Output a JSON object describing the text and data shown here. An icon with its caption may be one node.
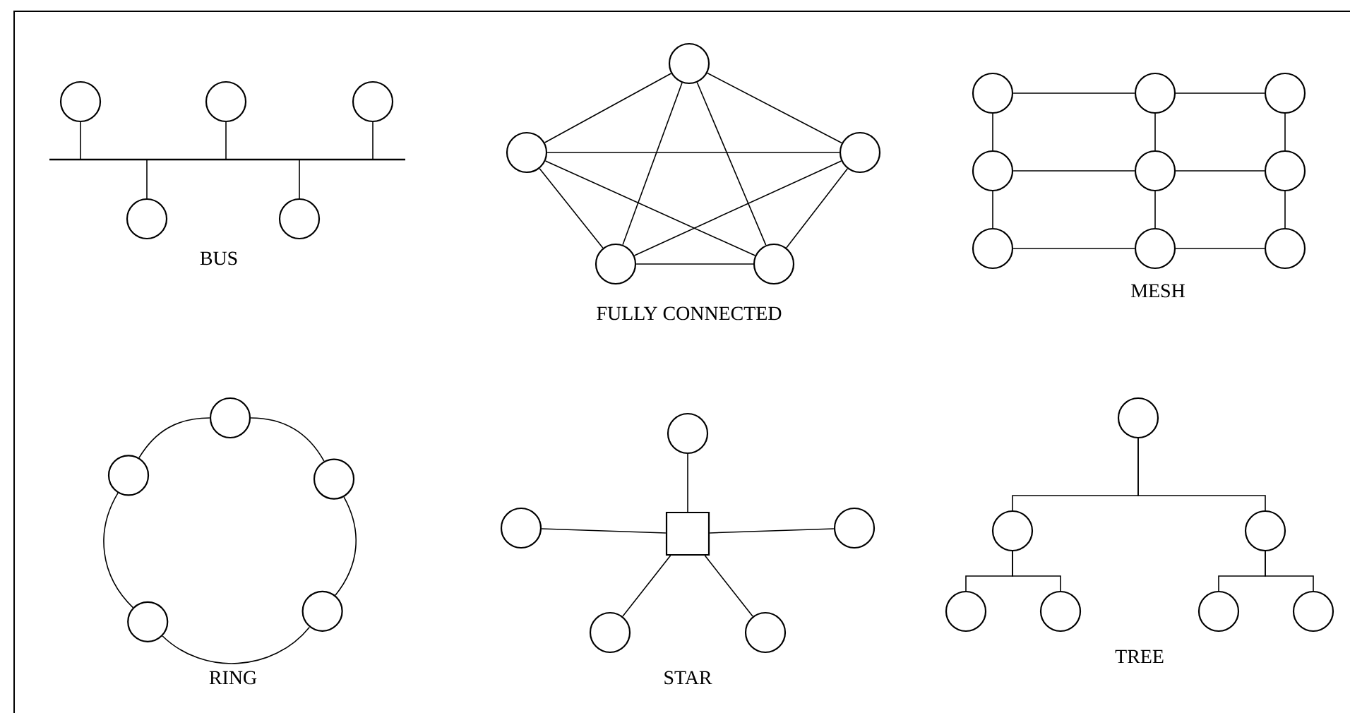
{
  "diagram": {
    "nodes": [
      {
        "text": [],
        "shape": "bar"
      },
      {
        "text": [],
        "shape": "circle"
      },
      {
        "text": [],
        "shape": "circle"
      },
      {
        "text": [],
        "shape": "circle"
      },
      {
        "text": [],
        "shape": "circle"
      },
      {
        "text": [],
        "shape": "circle"
      },
      {
        "text": [],
        "shape": "circle"
      },
      {
        "text": [],
        "shape": "circle"
      },
      {
        "text": [],
        "shape": "circle"
      },
      {
        "text": [],
        "shape": "circle"
      },
      {
        "text": [],
        "shape": "circle"
      },
      {
        "text": [],
        "shape": "circle"
      },
      {
        "text": [],
        "shape": "circle"
      },
      {
        "text": [],
        "shape": "circle"
      },
      {
        "text": [],
        "shape": "circle"
      },
      {
        "text": [],
        "shape": "circle"
      },
      {
        "text": [],
        "shape": "circle"
      },
      {
        "text": [],
        "shape": "circle"
      },
      {
        "text": [],
        "shape": "circle"
      },
      {
        "text": [],
        "shape": "circle"
      },
      {
        "text": [],
        "shape": "circle"
      },
      {
        "text": [],
        "shape": "circle"
      },
      {
        "text": [],
        "shape": "circle"
      },
      {
        "text": [],
        "shape": "circle"
      },
      {
        "text": [],
        "shape": "circle"
      },
      {
        "text": [],
        "shape": "box"
      },
      {
        "text": [],
        "shape": "circle"
      },
      {
        "text": [],
        "shape": "circle"
      },
      {
        "text": [],
        "shape": "circle"
      },
      {
        "text": [],
        "shape": "circle"
      },
      {
        "text": [],
        "shape": "circle"
      },
      {
        "text": [],
        "shape": "circle"
      },
      {
        "text": [],
        "shape": "circle"
      },
      {
        "text": [],
        "shape": "circle"
      },
      {
        "text": [],
        "shape": "circle"
      },
      {
        "text": [],
        "shape": "circle"
      },
      {
        "text": [],
        "shape": "circle"
      },
      {
        "text": [],
        "shape": "circle"
      }
    ],
    "edges": [
      {
        "from": 1,
        "to": 0,
        "arrow": "none"
      },
      {
        "from": 2,
        "to": 0,
        "arrow": "none"
      },
      {
        "from": 3,
        "to": 0,
        "arrow": "none"
      },
      {
        "from": 4,
        "to": 0,
        "arrow": "none"
      },
      {
        "from": 5,
        "to": 0,
        "arrow": "none"
      },
      {
        "from": 6,
        "to": 7,
        "arrow": "none"
      },
      {
        "from": 6,
        "to": 8,
        "arrow": "none"
      },
      {
        "from": 6,
        "to": 9,
        "arrow": "none"
      },
      {
        "from": 6,
        "to": 10,
        "arrow": "none"
      },
      {
        "from": 7,
        "to": 8,
        "arrow": "none"
      },
      {
        "from": 7,
        "to": 9,
        "arrow": "none"
      },
      {
        "from": 7,
        "to": 10,
        "arrow": "none"
      },
      {
        "from": 8,
        "to": 9,
        "arrow": "none"
      },
      {
        "from": 8,
        "to": 10,
        "arrow": "none"
      },
      {
        "from": 9,
        "to": 10,
        "arrow": "none"
      },
      {
        "from": 11,
        "to": 12,
        "arrow": "none"
      },
      {
        "from": 12,
        "to": 13,
        "arrow": "none"
      },
      {
        "from": 14,
        "to": 15,
        "arrow": "none"
      },
      {
        "from": 15,
        "to": 16,
        "arrow": "none"
      },
      {
        "from": 17,
        "to": 18,
        "arrow": "none"
      },
      {
        "from": 18,
        "to": 19,
        "arrow": "none"
      },
      {
        "from": 11,
        "to": 14,
        "arrow": "none"
      },
      {
        "from": 14,
        "to": 17,
        "arrow": "none"
      },
      {
        "from": 12,
        "to": 15,
        "arrow": "none"
      },
      {
        "from": 15,
        "to": 18,
        "arrow": "none"
      },
      {
        "from": 13,
        "to": 16,
        "arrow": "none"
      },
      {
        "from": 16,
        "to": 19,
        "arrow": "none"
      },
      {
        "from": 20,
        "to": 22,
        "arrow": "none"
      },
      {
        "from": 22,
        "to": 24,
        "arrow": "none"
      },
      {
        "from": 24,
        "to": 23,
        "arrow": "none"
      },
      {
        "from": 23,
        "to": 21,
        "arrow": "none"
      },
      {
        "from": 21,
        "to": 20,
        "arrow": "none"
      },
      {
        "from": 25,
        "to": 26,
        "arrow": "none"
      },
      {
        "from": 25,
        "to": 27,
        "arrow": "none"
      },
      {
        "from": 25,
        "to": 28,
        "arrow": "none"
      },
      {
        "from": 25,
        "to": 29,
        "arrow": "none"
      },
      {
        "from": 25,
        "to": 30,
        "arrow": "none"
      },
      {
        "from": 31,
        "to": 32,
        "arrow": "none"
      },
      {
        "from": 31,
        "to": 33,
        "arrow": "none"
      },
      {
        "from": 32,
        "to": 34,
        "arrow": "none"
      },
      {
        "from": 32,
        "to": 35,
        "arrow": "none"
      },
      {
        "from": 33,
        "to": 36,
        "arrow": "none"
      },
      {
        "from": 33,
        "to": 37,
        "arrow": "none"
      }
    ],
    "labels": [
      "BUS",
      "FULLY CONNECTED",
      "MESH",
      "RING",
      "STAR",
      "TREE"
    ]
  }
}
